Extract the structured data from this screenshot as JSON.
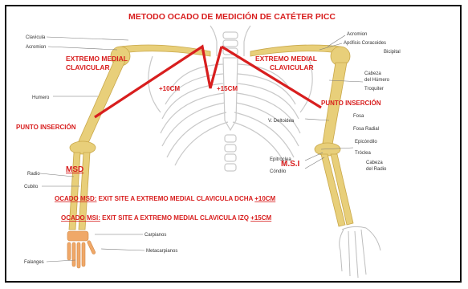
{
  "title": "METODO OCADO DE MEDICIÓN DE CATÉTER PICC",
  "red_labels": {
    "extremo_left": [
      "EXTREMO MEDIAL",
      "CLAVICULAR"
    ],
    "extremo_right": [
      "EXTREMO MEDIAL",
      "CLAVICULAR"
    ],
    "plus10": "+10CM",
    "plus15": "+15CM",
    "punto_left": "PUNTO INSERCIÓN",
    "punto_right": "PUNTO INSERCIÓN",
    "msd": "MSD",
    "msi": "M.S.I",
    "ocado_msd_prefix": "OCADO MSD:",
    "ocado_msd_text": " EXIT SITE A EXTREMO MEDIAL CLAVICULA DCHA ",
    "ocado_msd_value": "+10CM",
    "ocado_msi_prefix": "OCADO MSI:",
    "ocado_msi_text": " EXIT SITE A EXTREMO MEDIAL CLAVICULA IZQ ",
    "ocado_msi_value": "+15CM"
  },
  "anatomy_labels": {
    "clavicula": "Clavicula",
    "acromion_left": "Acromion",
    "humero": "Humero",
    "radio": "Radio",
    "cubito": "Cubito",
    "carpianos": "Carpianos",
    "metacarpianos": "Metacarpianos",
    "falanges": "Falanges",
    "acromion_right": "Acromion",
    "apofisis": "Apófisis Coracoides",
    "bicipital": "Bicipital",
    "cabeza_humero": [
      "Cabeza",
      "del Húmero"
    ],
    "troquiter": "Troquiter",
    "v_deltoidea": "V. Deltoidea",
    "fosa": "Fosa",
    "fosa_radial": "Fosa Radial",
    "epicondilo": "Epicóndilo",
    "troclea": "Tróclea",
    "epitroclea": "Epitroclea",
    "condilo": "Cóndilo",
    "cabeza_radio": [
      "Cabeza",
      "del Radio"
    ]
  },
  "colors": {
    "accent_red": "#d81e1e",
    "bone": "#e8cf7a",
    "hand_bone": "#f0a868",
    "skeleton_line": "#c9c9c9"
  }
}
